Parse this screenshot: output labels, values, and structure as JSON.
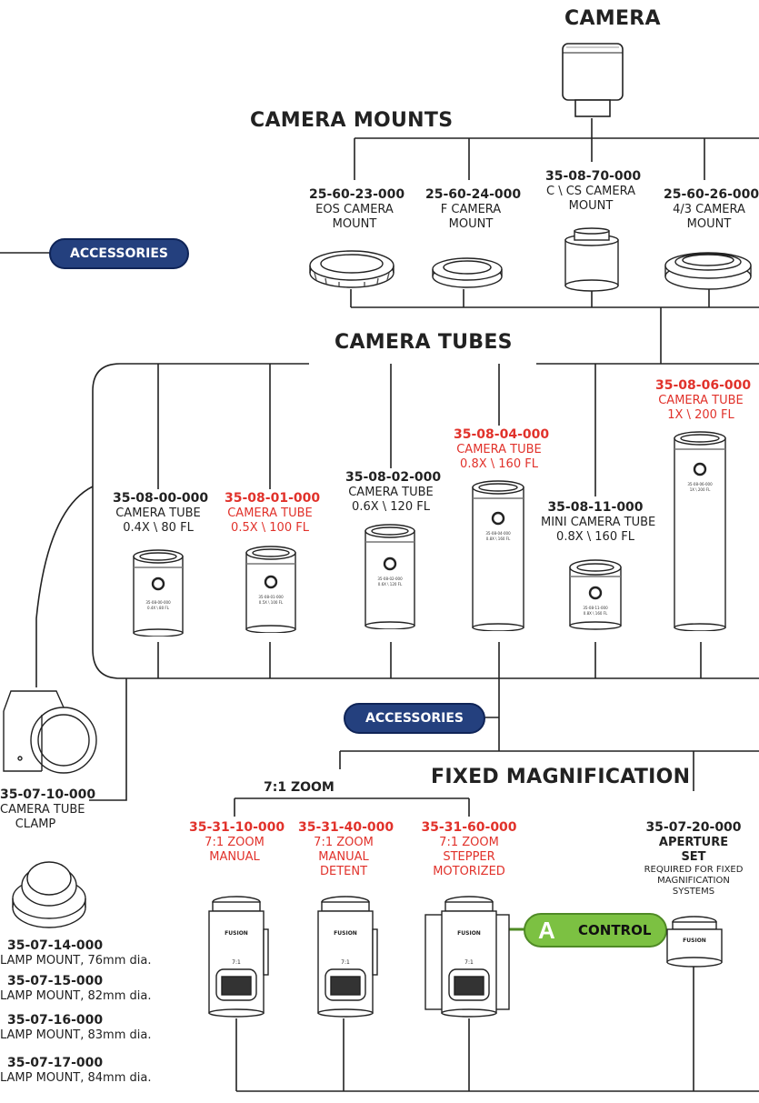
{
  "headings": {
    "camera": "CAMERA",
    "camera_mounts": "CAMERA MOUNTS",
    "camera_tubes": "CAMERA TUBES",
    "fixed_magnification": "FIXED MAGNIFICATION",
    "zoom_group": "7:1 ZOOM"
  },
  "accessory_buttons": {
    "top": "ACCESSORIES",
    "middle": "ACCESSORIES"
  },
  "control_button": {
    "letter": "A",
    "label": "CONTROL"
  },
  "camera_mounts": [
    {
      "pn": "25-60-23-000",
      "desc1": "EOS CAMERA",
      "desc2": "MOUNT"
    },
    {
      "pn": "25-60-24-000",
      "desc1": "F CAMERA",
      "desc2": "MOUNT"
    },
    {
      "pn": "35-08-70-000",
      "desc1": "C \\ CS CAMERA",
      "desc2": "MOUNT"
    },
    {
      "pn": "25-60-26-000",
      "desc1": "4/3 CAMERA",
      "desc2": "MOUNT"
    }
  ],
  "camera_tubes": [
    {
      "pn": "35-08-00-000",
      "desc1": "CAMERA TUBE",
      "desc2": "0.4X \\ 80 FL",
      "highlight": false
    },
    {
      "pn": "35-08-01-000",
      "desc1": "CAMERA TUBE",
      "desc2": "0.5X \\ 100 FL",
      "highlight": true
    },
    {
      "pn": "35-08-02-000",
      "desc1": "CAMERA TUBE",
      "desc2": "0.6X \\ 120 FL",
      "highlight": false
    },
    {
      "pn": "35-08-04-000",
      "desc1": "CAMERA TUBE",
      "desc2": "0.8X \\ 160 FL",
      "highlight": true
    },
    {
      "pn": "35-08-11-000",
      "desc1": "MINI CAMERA TUBE",
      "desc2": "0.8X \\ 160 FL",
      "highlight": false
    },
    {
      "pn": "35-08-06-000",
      "desc1": "CAMERA TUBE",
      "desc2": "1X \\ 200 FL",
      "highlight": true
    }
  ],
  "clamp": {
    "pn": "35-07-10-000",
    "desc1": "CAMERA TUBE",
    "desc2": "CLAMP"
  },
  "clamp_mounts": [
    {
      "pn": "35-07-14-000",
      "desc": "LAMP MOUNT, 76mm dia."
    },
    {
      "pn": "35-07-15-000",
      "desc": "LAMP MOUNT, 82mm dia."
    },
    {
      "pn": "35-07-16-000",
      "desc": "LAMP MOUNT, 83mm dia."
    },
    {
      "pn": "35-07-17-000",
      "desc": "LAMP MOUNT, 84mm dia."
    }
  ],
  "zoom_products": [
    {
      "pn": "35-31-10-000",
      "desc1": "7:1 ZOOM",
      "desc2": "MANUAL",
      "desc3": ""
    },
    {
      "pn": "35-31-40-000",
      "desc1": "7:1 ZOOM",
      "desc2": "MANUAL",
      "desc3": "DETENT"
    },
    {
      "pn": "35-31-60-000",
      "desc1": "7:1 ZOOM",
      "desc2": "STEPPER",
      "desc3": "MOTORIZED"
    }
  ],
  "aperture": {
    "pn": "35-07-20-000",
    "title1": "APERTURE",
    "title2": "SET",
    "note1": "REQUIRED FOR FIXED",
    "note2": "MAGNIFICATION",
    "note3": "SYSTEMS"
  },
  "device_labels": {
    "brand": "FUSION",
    "ratio": "7:1",
    "tube_engravings": [
      [
        "35-08-00-000",
        "0.4X \\ 80 FL"
      ],
      [
        "35-08-01-000",
        "0.5X \\ 100 FL"
      ],
      [
        "35-08-02-000",
        "0.6X \\ 120 FL"
      ],
      [
        "35-08-04-000",
        "0.8X \\ 160 FL"
      ],
      [
        "35-08-11-000",
        "0.8X \\ 160 FL"
      ],
      [
        "35-08-06-000",
        "1X \\ 200 FL"
      ]
    ]
  },
  "colors": {
    "highlight_red": "#e1322b",
    "accessories_blue": "#24407e",
    "control_green": "#7cc142",
    "line": "#222222"
  }
}
